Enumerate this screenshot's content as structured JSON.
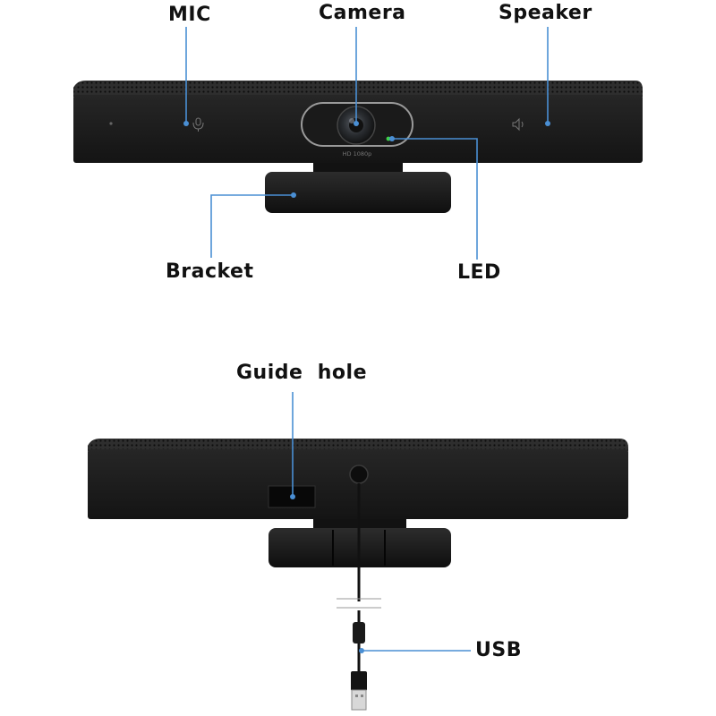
{
  "labels": {
    "mic": "MIC",
    "camera": "Camera",
    "speaker": "Speaker",
    "bracket": "Bracket",
    "led": "LED",
    "guide_hole": "Guide  hole",
    "usb": "USB"
  },
  "device": {
    "lens_text": "HD 1080p"
  },
  "colors": {
    "leader_line": "#4a8fd4",
    "led_green": "#3fd14a",
    "body": "#1c1c1c",
    "grille": "#2a2a2a"
  }
}
